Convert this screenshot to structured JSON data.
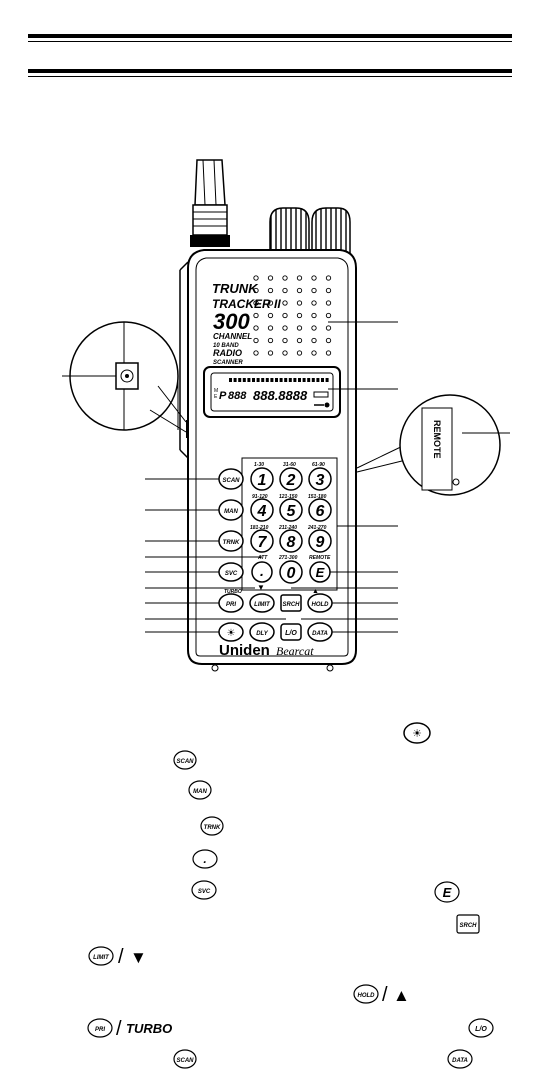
{
  "brand": {
    "logo": "Uniden",
    "sublogo": "Bearcat"
  },
  "label": {
    "line1": "TRUNK",
    "line2": "TRACKER II",
    "line3": "300",
    "line4": "CHANNEL",
    "line5": "10 BAND",
    "line6": "RADIO",
    "line7": "SCANNER"
  },
  "display": {
    "m": "M",
    "e": "E",
    "p": "P",
    "ch": "888",
    "freq": "888.8888"
  },
  "remote_label": "REMOTE",
  "keys": {
    "scan": "SCAN",
    "man": "MAN",
    "trnk": "TRNK",
    "svc": "SVC",
    "pri": "PRI",
    "light": "☀",
    "limit": "LIMIT",
    "dly": "DLY",
    "dot": ".",
    "srch": "SRCH",
    "lo": "L/O",
    "zero": "0",
    "e": "E",
    "hold": "HOLD",
    "data": "DATA",
    "k1": "1",
    "k2": "2",
    "k3": "3",
    "k4": "4",
    "k5": "5",
    "k6": "6",
    "k7": "7",
    "k8": "8",
    "k9": "9"
  },
  "ranges": {
    "r1": "1-30",
    "r2": "31-60",
    "r3": "61-90",
    "r4": "91-120",
    "r5": "121-150",
    "r6": "151-180",
    "r7": "181-210",
    "r8": "211-240",
    "r9": "241-270",
    "r0": "271-300",
    "att": "ATT",
    "remote": "REMOTE",
    "turbo": "TURBO"
  },
  "legend": {
    "sep1": "/",
    "sep2": "/",
    "sep3": "/",
    "turbo": "TURBO",
    "down": "▼",
    "up": "▲"
  }
}
